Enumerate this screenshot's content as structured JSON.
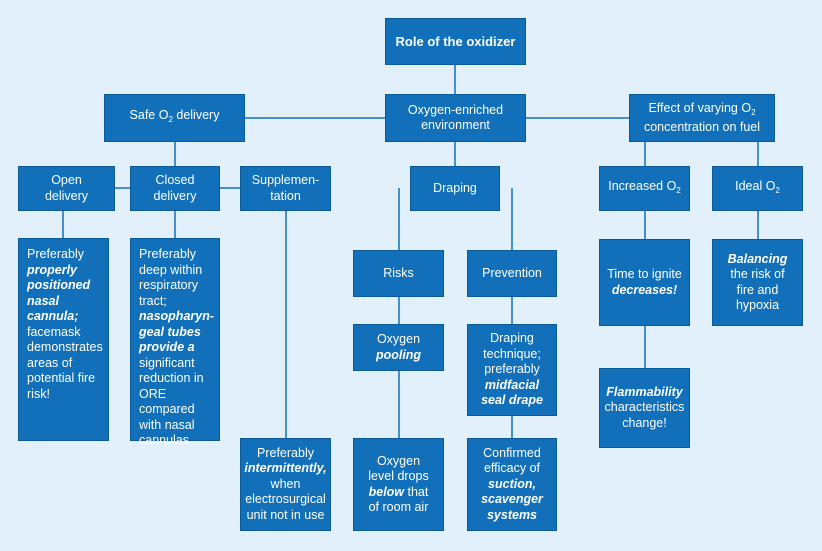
{
  "nodes": {
    "root": {
      "text": "Role of the oxidizer"
    },
    "safe": {
      "text": "Safe O",
      "sub": "2",
      "after": " delivery"
    },
    "env": {
      "line1": "Oxygen-enriched",
      "line2": "environment"
    },
    "effect": {
      "pre": "Effect of varying O",
      "sub": "2",
      "line2": "concentration on fuel"
    },
    "open": {
      "line1": "Open",
      "line2": "delivery"
    },
    "closed": {
      "line1": "Closed",
      "line2": "delivery"
    },
    "supp": {
      "line1": "Supplemen-",
      "line2": "tation"
    },
    "draping": {
      "text": "Draping"
    },
    "increased": {
      "text": "Increased O",
      "sub": "2"
    },
    "ideal": {
      "text": "Ideal O",
      "sub": "2"
    },
    "risks": {
      "text": "Risks"
    },
    "prevention": {
      "text": "Prevention"
    },
    "open_desc": {
      "lines": [
        "Preferably",
        "properly",
        "positioned",
        "nasal",
        "cannula;",
        "facemask",
        "demonstrates",
        "areas of",
        "potential fire",
        "risk!"
      ],
      "bold_italic": [
        1,
        2,
        3,
        4
      ]
    },
    "closed_desc": {
      "lines": [
        "Preferably",
        "deep within",
        "respiratory",
        "tract;",
        "nasopharyn-",
        "geal tubes",
        "provide a",
        "significant",
        "reduction in",
        "ORE compared",
        "with nasal",
        "cannulas"
      ],
      "bold_italic": [
        4,
        5,
        6
      ]
    },
    "supp_desc": {
      "lines": [
        "Preferably",
        "intermittently,",
        "when",
        "electrosurgical",
        "unit not in use"
      ],
      "bold_italic": [
        1
      ]
    },
    "pooling": {
      "lines": [
        "Oxygen",
        "pooling"
      ],
      "bold_italic": [
        1
      ]
    },
    "drape_tech": {
      "lines": [
        "Draping",
        "technique;",
        "preferably",
        "midfacial",
        "seal drape"
      ],
      "bold_italic": [
        3,
        4
      ]
    },
    "level_drops": {
      "lines": [
        "Oxygen",
        "level drops",
        "below that",
        "of room air"
      ],
      "bold_partial": {
        "index": 2,
        "word": "below",
        "rest": " that"
      }
    },
    "confirmed": {
      "lines": [
        "Confirmed",
        "efficacy of",
        "suction,",
        "scavenger",
        "systems"
      ],
      "bold_italic": [
        2,
        3,
        4
      ]
    },
    "time_ignite": {
      "lines": [
        "Time to ignite",
        "decreases!"
      ],
      "bold_italic": [
        1
      ]
    },
    "flammability": {
      "lines": [
        "Flammability",
        "characteristics",
        "change!"
      ],
      "bold_italic": [
        0
      ]
    },
    "balancing": {
      "lines": [
        "Balancing",
        "the risk of",
        "fire and",
        "hypoxia"
      ],
      "bold_partial": {
        "index": 0,
        "word": "Balancing",
        "rest": ""
      },
      "bold_italic": [
        0
      ]
    }
  },
  "colors": {
    "background": "#e2f0fb",
    "box_fill": "#1170b9",
    "connector": "#1170b9",
    "text": "#ffffff"
  }
}
